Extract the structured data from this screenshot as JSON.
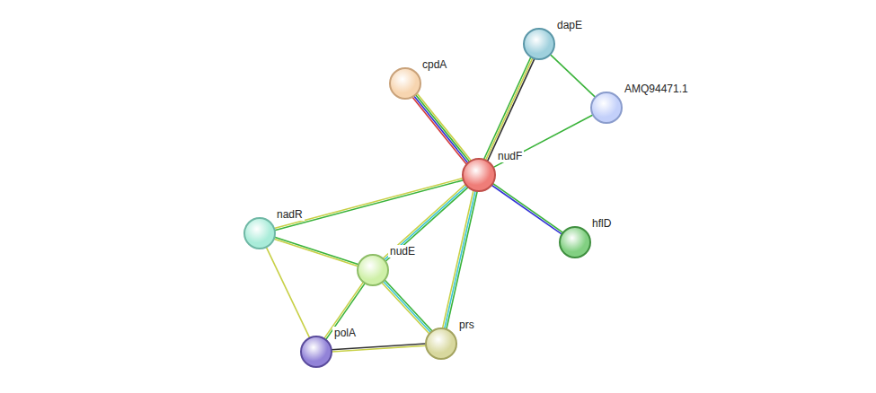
{
  "diagram": {
    "nodes": [
      {
        "text": [
          "nudF"
        ]
      },
      {
        "text": [
          "cpdA"
        ]
      },
      {
        "text": [
          "dapE"
        ]
      },
      {
        "text": [
          "AMQ94471.1"
        ]
      },
      {
        "text": [
          "hflD"
        ]
      },
      {
        "text": [
          "nadR"
        ]
      },
      {
        "text": [
          "nudE"
        ]
      },
      {
        "text": [
          "polA"
        ]
      },
      {
        "text": [
          "prs"
        ]
      }
    ],
    "edges": [
      {
        "from": 0,
        "to": 1,
        "arrow": "none"
      },
      {
        "from": 0,
        "to": 2,
        "arrow": "none"
      },
      {
        "from": 0,
        "to": 3,
        "arrow": "none"
      },
      {
        "from": 2,
        "to": 3,
        "arrow": "none"
      },
      {
        "from": 0,
        "to": 4,
        "arrow": "none"
      },
      {
        "from": 0,
        "to": 5,
        "arrow": "none"
      },
      {
        "from": 0,
        "to": 6,
        "arrow": "none"
      },
      {
        "from": 0,
        "to": 8,
        "arrow": "none"
      },
      {
        "from": 5,
        "to": 6,
        "arrow": "none"
      },
      {
        "from": 5,
        "to": 7,
        "arrow": "none"
      },
      {
        "from": 6,
        "to": 7,
        "arrow": "none"
      },
      {
        "from": 6,
        "to": 8,
        "arrow": "none"
      },
      {
        "from": 7,
        "to": 8,
        "arrow": "none"
      }
    ]
  }
}
